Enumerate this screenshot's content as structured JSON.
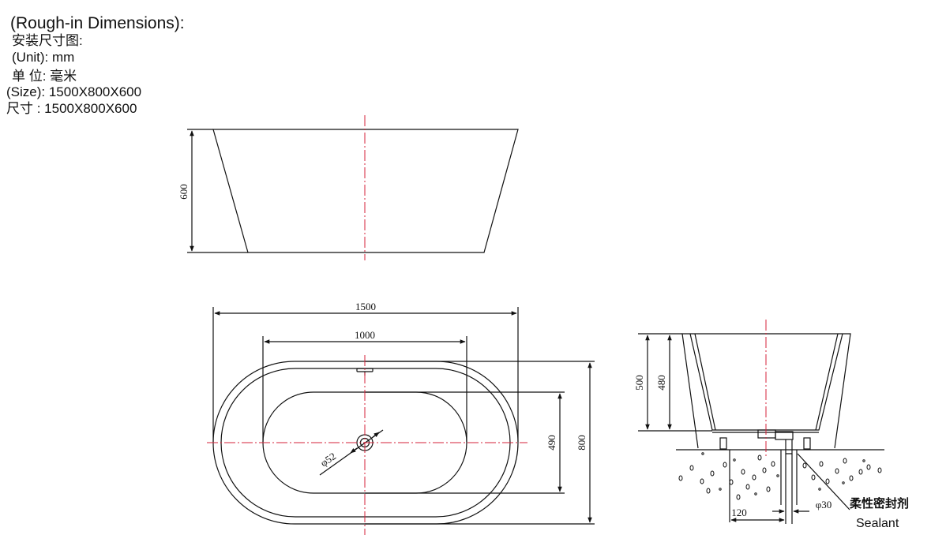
{
  "header": {
    "title": "(Rough-in Dimensions):",
    "title_cn": "安装尺寸图:",
    "unit": "(Unit): mm",
    "unit_cn": "单 位: 毫米",
    "size": "(Size): 1500X800X600",
    "size_cn": "尺寸 :  1500X800X600"
  },
  "front_view": {
    "height_label": "600"
  },
  "top_view": {
    "length_label": "1500",
    "inner_length_label": "1000",
    "inner_width_label": "490",
    "width_label": "800",
    "drain_label": "φ52"
  },
  "side_view": {
    "height_label": "500",
    "inner_height_label": "480",
    "offset_label": "120",
    "pipe_label": "φ30",
    "sealant_cn": "柔性密封剂",
    "sealant_en": "Sealant"
  },
  "colors": {
    "line": "#111111",
    "centerline": "#d6223a"
  }
}
